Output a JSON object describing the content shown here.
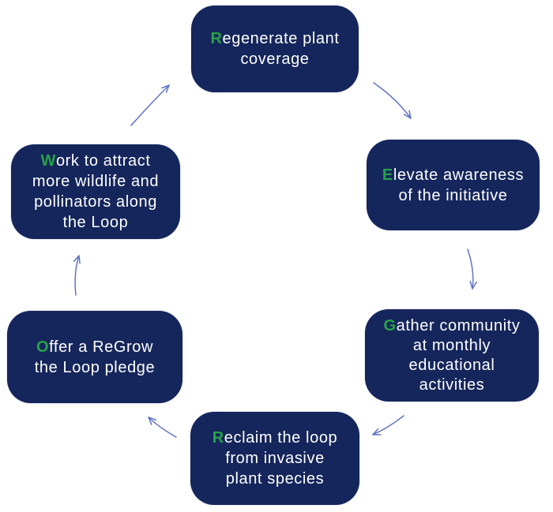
{
  "diagram": {
    "type": "cycle",
    "acronym": "REGROW",
    "colors": {
      "background": "#FFFFFF",
      "box_fill": "#15265C",
      "box_text": "#FFFFFF",
      "lead_letter": "#27A348",
      "arrow": "#5F73C2"
    },
    "steps": [
      {
        "id": "regenerate",
        "lead": "R",
        "line1_rest": "egenerate plant",
        "line2": "coverage"
      },
      {
        "id": "elevate",
        "lead": "E",
        "line1_rest": "levate awareness",
        "line2": "of the initiative"
      },
      {
        "id": "gather",
        "lead": "G",
        "line1_rest": "ather community",
        "line2": "at monthly",
        "line3": "educational",
        "line4": "activities"
      },
      {
        "id": "reclaim",
        "lead": "R",
        "line1_rest": "eclaim the loop",
        "line2": "from invasive",
        "line3": "plant species"
      },
      {
        "id": "offer",
        "lead": "O",
        "line1_rest": "ffer a ReGrow",
        "line2": "the Loop pledge"
      },
      {
        "id": "work",
        "lead": "W",
        "line1_rest": "ork to attract",
        "line2": "more wildlife and",
        "line3": "pollinators along",
        "line4": "the Loop"
      }
    ],
    "arrows": [
      {
        "from": "regenerate",
        "to": "elevate"
      },
      {
        "from": "elevate",
        "to": "gather"
      },
      {
        "from": "gather",
        "to": "reclaim"
      },
      {
        "from": "reclaim",
        "to": "offer"
      },
      {
        "from": "offer",
        "to": "work"
      },
      {
        "from": "work",
        "to": "regenerate"
      }
    ]
  }
}
